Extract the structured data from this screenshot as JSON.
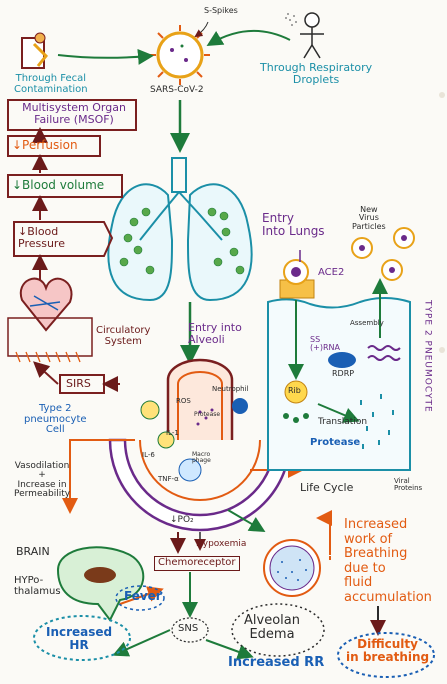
{
  "virus": {
    "name": "SARS-CoV-2",
    "spikes": "S-Spikes"
  },
  "transmission": {
    "fecal": "Through Fecal\nContamination",
    "respiratory": "Through Respiratory\nDroplets"
  },
  "left_chain": {
    "msof": "Multisystem Organ\nFailure (MSOF)",
    "perfusion": "↓Perfusion",
    "blood_volume": "↓Blood volume",
    "blood_pressure": "↓Blood\nPressure",
    "circulatory": "Circulatory\nSystem",
    "sirs": "SIRS"
  },
  "lungs": {
    "entry_alveoli": "Entry into\nAlveoli",
    "entry_lungs": "Entry\nInto Lungs"
  },
  "lifecycle": {
    "new_particles": "New\nVirus\nParticles",
    "ace2": "ACE2",
    "assembly": "Assembly",
    "ss_rna": "SS\n(+)RNA",
    "rdrp": "RDRP",
    "rib": "Rib",
    "translation": "Translation",
    "protease": "Protease",
    "type2_vertical": "TYPE 2 PNEUMOCYTE",
    "life_cycle": "Life Cycle",
    "viral_proteins": "Viral\nProteins"
  },
  "alveolus": {
    "type2_cell": "Type 2\npneumocyte\nCell",
    "ros": "ROS",
    "protease": "Protease",
    "neutrophil": "Neutrophil",
    "il1": "IL-1",
    "il6": "IL-6",
    "macrophage": "Macro\nphage",
    "tnf": "TNF-α",
    "vasodilation": "Vasodilation\n+\nIncrease in\nPermeability",
    "po2": "↓PO₂",
    "hypoxemia": "Hypoxemia",
    "chemoreceptor": "Chemoreceptor"
  },
  "bottom": {
    "brain": "BRAIN",
    "hypothalamus": "HYPo-\nthalamus",
    "fever": "Fever",
    "sns": "SNS",
    "increased_hr": "Increased\nHR",
    "increased_rr": "Increased RR",
    "alveolar_edema": "Alveolan\nEdema",
    "work_of_breathing": "Increased\nwork of\nBreathing\ndue to\nfluid\naccumulation",
    "difficulty": "Difficulty\nin breathing"
  },
  "colors": {
    "teal": "#1b8fa7",
    "maroon": "#6b1a1a",
    "orange": "#e25b12",
    "green": "#1e7b3b",
    "purple": "#6a2a8a",
    "blue": "#1a5fb4"
  }
}
